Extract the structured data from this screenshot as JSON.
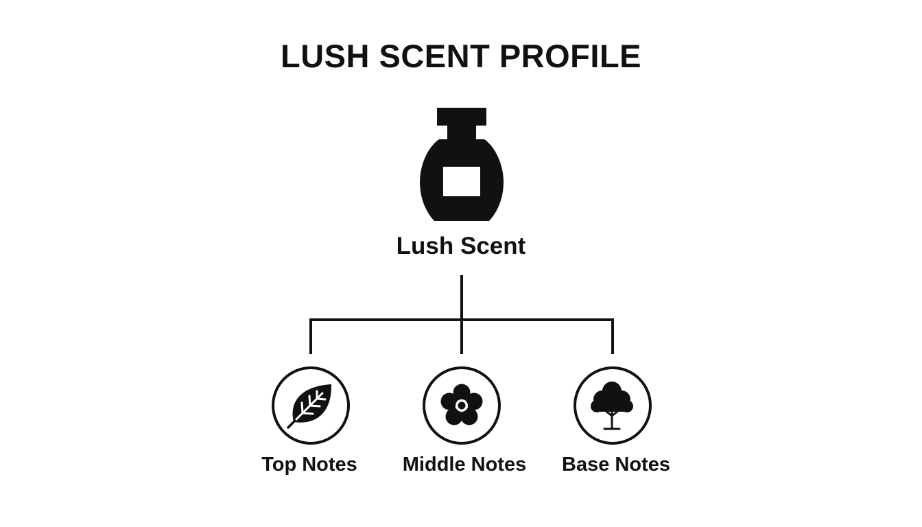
{
  "title": "LUSH SCENT PROFILE",
  "root": {
    "label": "Lush Scent",
    "icon": "perfume-bottle-icon"
  },
  "children": [
    {
      "label": "Top Notes",
      "icon": "leaf-icon"
    },
    {
      "label": "Middle Notes",
      "icon": "flower-icon"
    },
    {
      "label": "Base Notes",
      "icon": "tree-icon"
    }
  ],
  "colors": {
    "ink": "#111111",
    "background": "#ffffff"
  }
}
